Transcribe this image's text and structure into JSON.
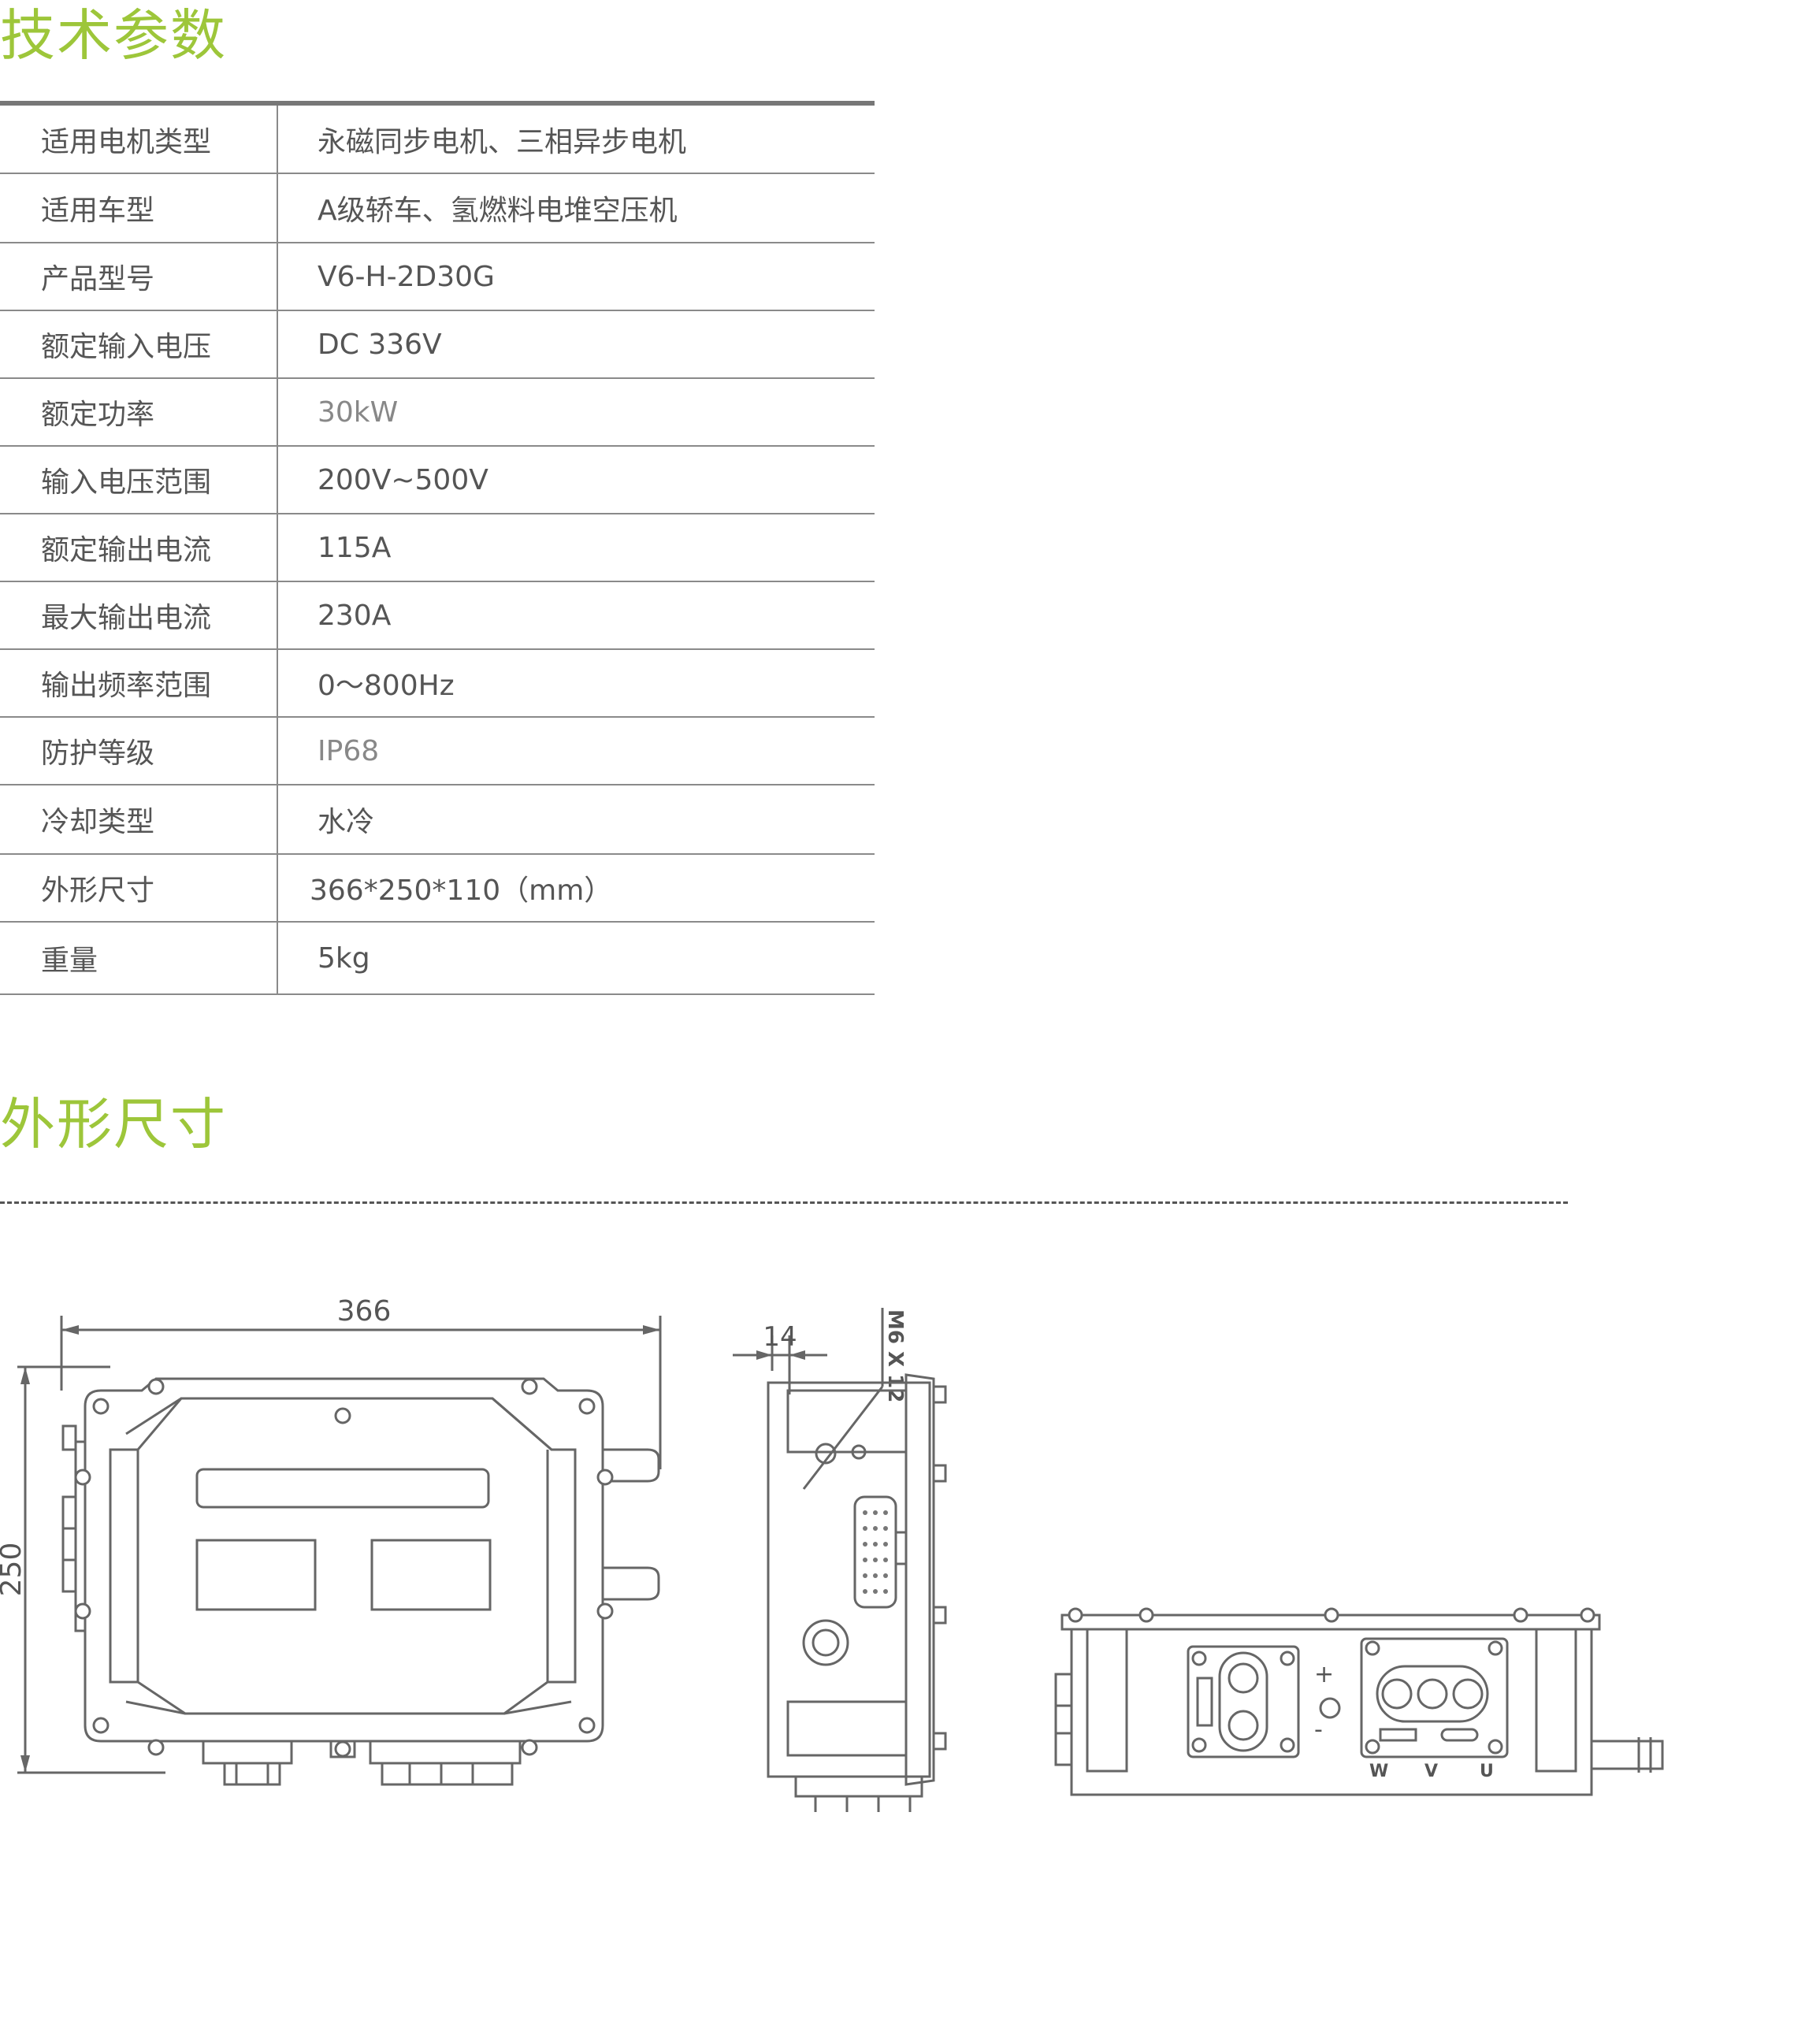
{
  "section1": {
    "title": "技术参数"
  },
  "specs": [
    {
      "label": "适用电机类型",
      "value": "永磁同步电机、三相异步电机"
    },
    {
      "label": "适用车型",
      "value": "A级轿车、氢燃料电堆空压机"
    },
    {
      "label": "产品型号",
      "value": "V6-H-2D30G"
    },
    {
      "label": "额定输入电压",
      "value": "DC 336V"
    },
    {
      "label": "额定功率",
      "value": "30kW"
    },
    {
      "label": "输入电压范围",
      "value": "200V~500V"
    },
    {
      "label": "额定输出电流",
      "value": "115A"
    },
    {
      "label": "最大输出电流",
      "value": "230A"
    },
    {
      "label": "输出频率范围",
      "value": "0～800Hz"
    },
    {
      "label": "防护等级",
      "value": "IP68"
    },
    {
      "label": "冷却类型",
      "value": "水冷"
    },
    {
      "label": "外形尺寸",
      "value": "366*250*110（mm）"
    },
    {
      "label": "重量",
      "value": "5kg"
    }
  ],
  "section2": {
    "title": "外形尺寸"
  },
  "drawing": {
    "dim_width": "366",
    "dim_height": "250",
    "dim_side": "14",
    "bolt_label": "M6 X 12",
    "plus_label": "+",
    "minus_label": "-",
    "phase_labels": [
      "W",
      "V",
      "U"
    ]
  }
}
